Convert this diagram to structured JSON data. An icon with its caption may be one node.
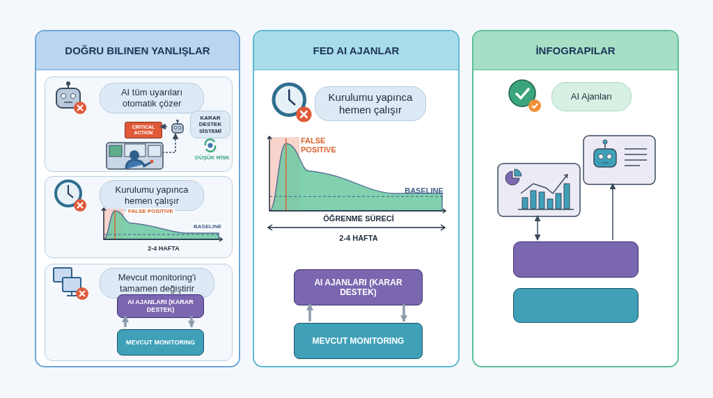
{
  "diagram": {
    "nodes": [
      {
        "text": [
          "DOĞRU BILINEN YANLIŞLAR"
        ]
      },
      {
        "text": [],
        "shape": "box",
        "in": 0
      },
      {
        "text": [
          "AI tüm uyarıları otomatik çözer"
        ],
        "in": 1
      },
      {
        "text": [
          "CRITICAL ACTION"
        ],
        "in": 1
      },
      {
        "text": [],
        "shape": "picture",
        "in": 1
      },
      {
        "text": [
          "KARAR DESTEK SİSTEMİ"
        ],
        "in": 1
      },
      {
        "text": [],
        "shape": "picture",
        "in": 1
      },
      {
        "text": [],
        "shape": "box",
        "in": 0
      },
      {
        "text": [
          "Kurulumu yapınca hemen çalışır"
        ],
        "in": 7
      },
      {
        "text": [],
        "shape": "box",
        "in": 0
      },
      {
        "text": [
          "Mevcut monitoring'i tamamen değiştirir"
        ],
        "in": 9
      },
      {
        "text": [
          "AI AJANLARI (KARAR DESTEK)"
        ],
        "in": 9
      },
      {
        "text": [
          "MEVCUT MONITORING"
        ],
        "in": 9
      },
      {
        "text": [
          "FED AI AJANLAR"
        ]
      },
      {
        "text": [
          "Kurulumu yapınca hemen çalışır"
        ],
        "in": 13
      },
      {
        "text": [
          "AI AJANLARI (KARAR DESTEK)"
        ],
        "in": 13
      },
      {
        "text": [
          "MEVCUT MONITORING"
        ],
        "in": 13
      },
      {
        "text": [
          "İNFOGRAPILAR"
        ]
      },
      {
        "text": [
          "AI Ajanları"
        ],
        "in": 17
      },
      {
        "text": [],
        "shape": "picture",
        "in": 17
      },
      {
        "text": [],
        "shape": "picture",
        "in": 17
      },
      {
        "text": [],
        "shape": "box",
        "in": 17
      },
      {
        "text": [],
        "shape": "box",
        "in": 17
      }
    ],
    "edges": [
      {
        "from": 4,
        "to": 3,
        "arrow": "to",
        "style": "dashed"
      },
      {
        "from": 6,
        "to": 4,
        "arrow": "to",
        "style": "dashed"
      },
      {
        "from": 12,
        "to": 11,
        "arrow": "to",
        "style": "thick"
      },
      {
        "from": 11,
        "to": 12,
        "arrow": "to",
        "style": "thick"
      },
      {
        "from": 16,
        "to": 15,
        "arrow": "to",
        "style": "thick"
      },
      {
        "from": 15,
        "to": 16,
        "arrow": "to",
        "style": "thick"
      },
      {
        "from": 21,
        "to": 19,
        "arrow": "both"
      },
      {
        "from": 21,
        "to": 20,
        "arrow": "to"
      }
    ],
    "labels": [
      "DÜŞÜK RİSK",
      "FALSE POSITIVE",
      "BASELINE",
      "2-4 HAFTA",
      "FALSE POSITIVE",
      "BASELINE",
      "ÖĞRENME SÜRECİ",
      "2-4 HAFTA"
    ]
  }
}
